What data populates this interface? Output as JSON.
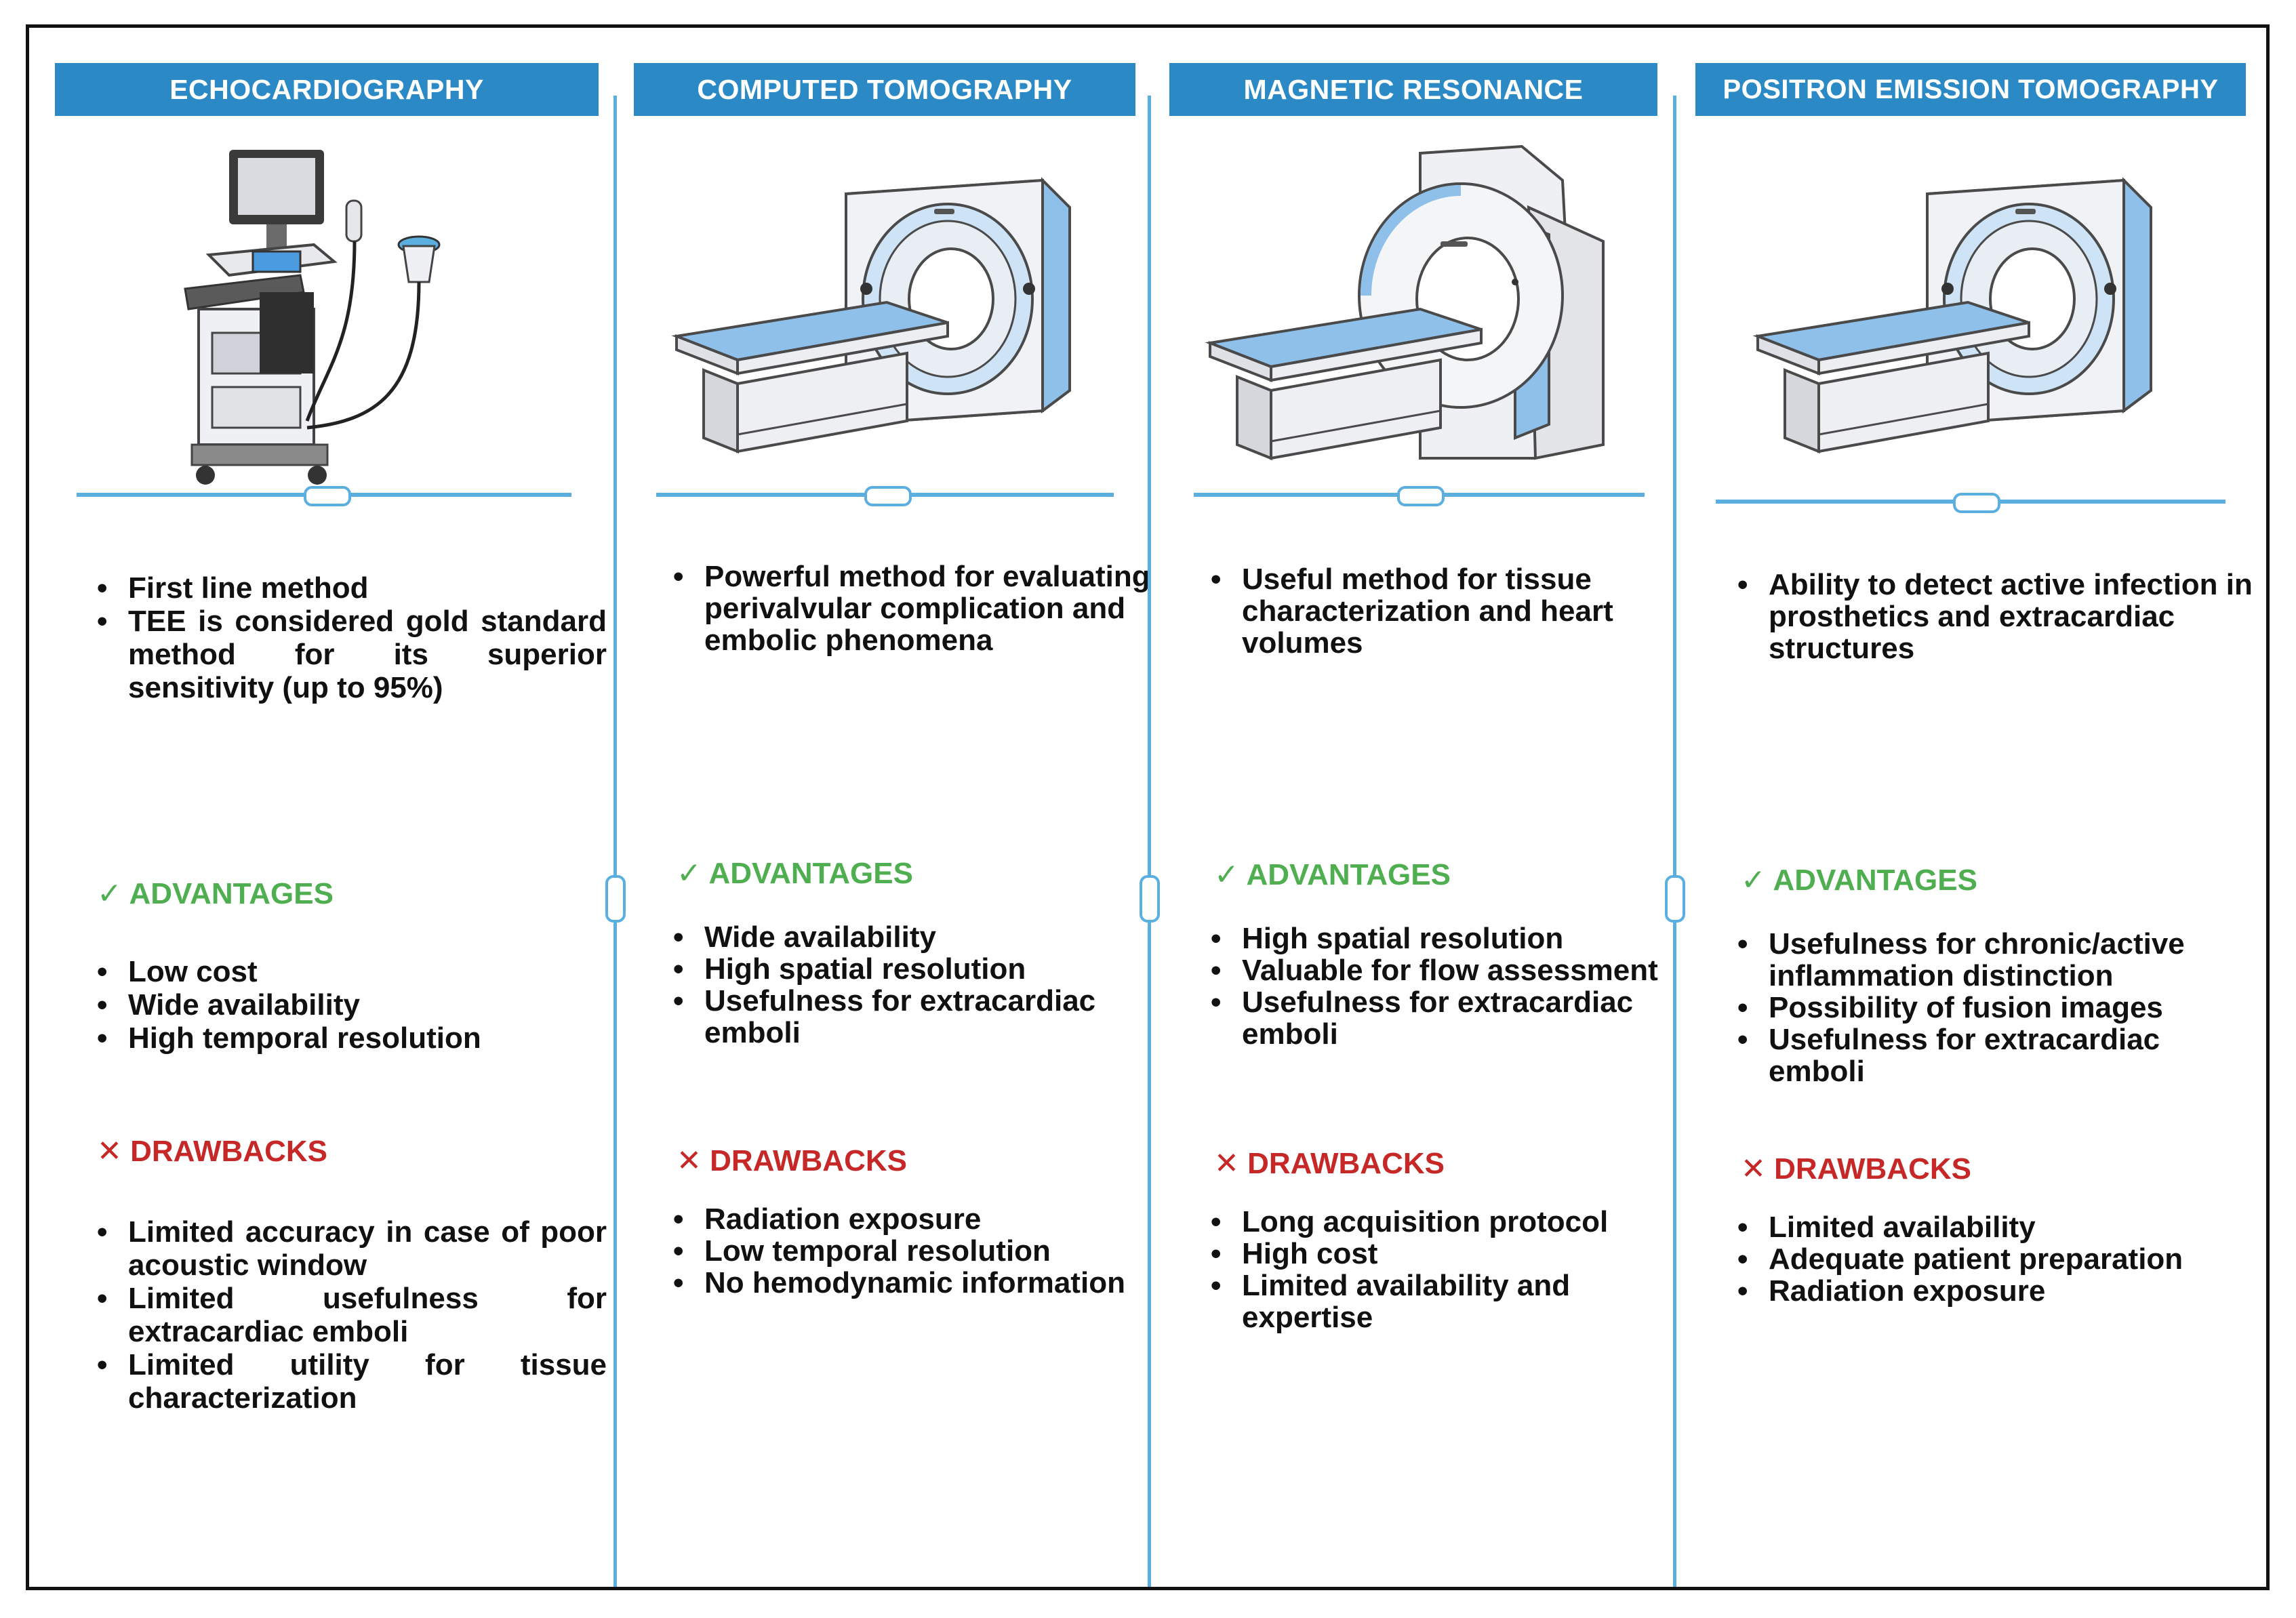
{
  "columns": [
    {
      "title": "ECHOCARDIOGRAPHY",
      "icon": "ultrasound-machine-icon",
      "summary": [
        "First line method",
        "TEE is considered gold standard method for its superior sensitivity (up to 95%)"
      ],
      "advantages_label": "✓ ADVANTAGES",
      "advantages": [
        "Low cost",
        "Wide availability",
        "High temporal resolution"
      ],
      "drawbacks_label": "✕ DRAWBACKS",
      "drawbacks": [
        "Limited accuracy in case of poor acoustic window",
        "Limited usefulness for extracardiac emboli",
        "Limited utility for tissue characterization"
      ]
    },
    {
      "title": "COMPUTED TOMOGRAPHY",
      "icon": "ct-scanner-icon",
      "summary": [
        "Powerful method for evaluating perivalvular complication and embolic phenomena"
      ],
      "advantages_label": "✓ ADVANTAGES",
      "advantages": [
        "Wide availability",
        "High spatial resolution",
        "Usefulness for extracardiac emboli"
      ],
      "drawbacks_label": "✕ DRAWBACKS",
      "drawbacks": [
        "Radiation exposure",
        "Low temporal resolution",
        "No hemodynamic information"
      ]
    },
    {
      "title": "MAGNETIC RESONANCE",
      "icon": "mri-scanner-icon",
      "summary": [
        "Useful method for tissue characterization and heart volumes"
      ],
      "advantages_label": "✓ ADVANTAGES",
      "advantages": [
        "High spatial resolution",
        "Valuable for flow assessment",
        "Usefulness for extracardiac emboli"
      ],
      "drawbacks_label": "✕ DRAWBACKS",
      "drawbacks": [
        "Long acquisition protocol",
        "High cost",
        "Limited availability and expertise"
      ]
    },
    {
      "title": "POSITRON EMISSION TOMOGRAPHY",
      "icon": "pet-scanner-icon",
      "summary": [
        "Ability to detect active infection in prosthetics and extracardiac structures"
      ],
      "advantages_label": "✓ ADVANTAGES",
      "advantages": [
        "Usefulness for chronic/active inflammation distinction",
        "Possibility of fusion images",
        "Usefulness for extracardiac emboli"
      ],
      "drawbacks_label": "✕ DRAWBACKS",
      "drawbacks": [
        "Limited availability",
        "Adequate patient preparation",
        "Radiation exposure"
      ]
    }
  ],
  "colors": {
    "header_blue": "#2b8ac5",
    "separator_blue": "#5aaee0",
    "advantage_green": "#4fae50",
    "drawback_red": "#c62828"
  }
}
